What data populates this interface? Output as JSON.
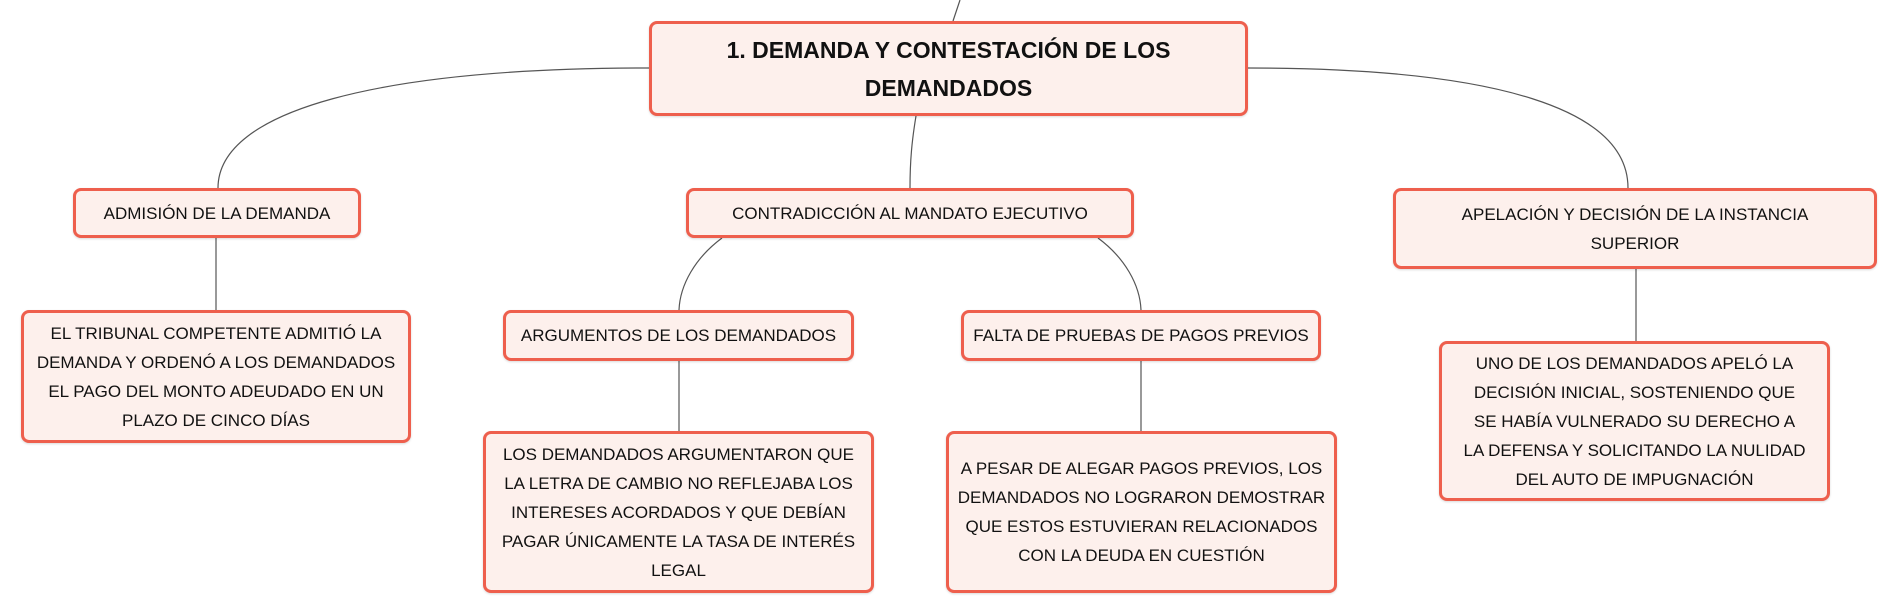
{
  "root": {
    "title": "1. DEMANDA Y CONTESTACIÓN DE LOS DEMANDADOS"
  },
  "branches": [
    {
      "label": "ADMISIÓN DE LA DEMANDA",
      "detail": "EL TRIBUNAL COMPETENTE ADMITIÓ LA DEMANDA Y ORDENÓ A LOS DEMANDADOS EL PAGO DEL MONTO ADEUDADO EN UN PLAZO DE CINCO DÍAS"
    },
    {
      "label": "CONTRADICCIÓN AL MANDATO EJECUTIVO",
      "children": [
        {
          "label": "ARGUMENTOS DE LOS DEMANDADOS",
          "detail": "LOS DEMANDADOS ARGUMENTARON QUE LA LETRA DE CAMBIO NO REFLEJABA LOS INTERESES ACORDADOS Y QUE DEBÍAN PAGAR ÚNICAMENTE LA TASA DE INTERÉS LEGAL"
        },
        {
          "label": "FALTA DE PRUEBAS DE PAGOS PREVIOS",
          "detail": "A PESAR DE ALEGAR PAGOS PREVIOS, LOS DEMANDADOS NO LOGRARON DEMOSTRAR QUE ESTOS ESTUVIERAN RELACIONADOS CON LA DEUDA EN CUESTIÓN"
        }
      ]
    },
    {
      "label": "APELACIÓN Y DECISIÓN DE LA INSTANCIA SUPERIOR",
      "detail": "UNO DE LOS DEMANDADOS APELÓ LA DECISIÓN INICIAL, SOSTENIENDO QUE SE HABÍA VULNERADO SU DERECHO A LA DEFENSA Y SOLICITANDO LA NULIDAD DEL AUTO DE IMPUGNACIÓN"
    }
  ],
  "colors": {
    "border": "#ee5f4d",
    "fill": "#fdf0ec",
    "line": "#555555"
  }
}
